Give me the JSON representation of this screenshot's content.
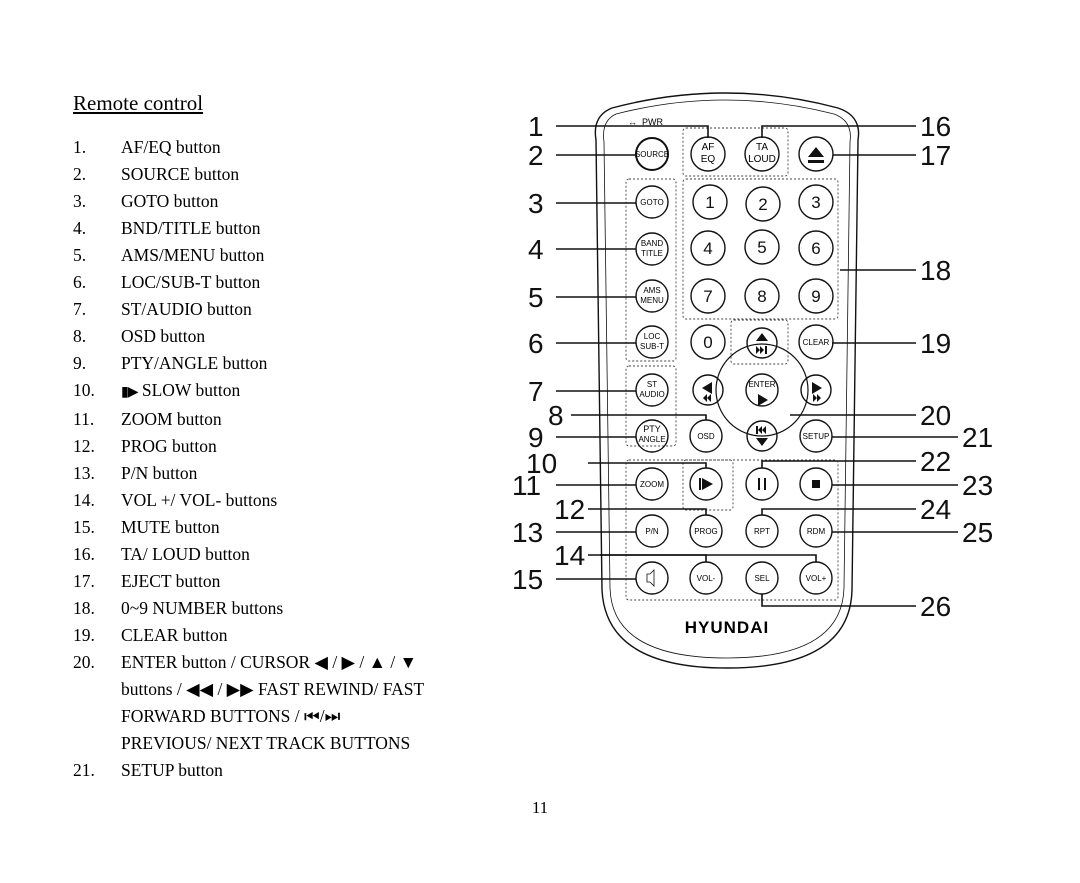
{
  "heading": "Remote control",
  "items": [
    {
      "num": "1.",
      "text": "AF/EQ button"
    },
    {
      "num": "2.",
      "text": "SOURCE button"
    },
    {
      "num": "3.",
      "text": "GOTO button"
    },
    {
      "num": "4.",
      "text": "BND/TITLE button"
    },
    {
      "num": "5.",
      "text": "AMS/MENU button"
    },
    {
      "num": "6.",
      "text": "LOC/SUB-T button"
    },
    {
      "num": "7.",
      "text": "ST/AUDIO button"
    },
    {
      "num": "8.",
      "text": "OSD button"
    },
    {
      "num": "9.",
      "text": "PTY/ANGLE button"
    },
    {
      "num": "10.",
      "glyph": "▮▶",
      "text": " SLOW button"
    },
    {
      "num": "11.",
      "text": "ZOOM button"
    },
    {
      "num": "12.",
      "text": "PROG button"
    },
    {
      "num": "13.",
      "text": "P/N button"
    },
    {
      "num": "14.",
      "text": "VOL +/ VOL- buttons"
    },
    {
      "num": "15.",
      "text": "MUTE button"
    },
    {
      "num": "16.",
      "text": "TA/ LOUD button"
    },
    {
      "num": "17.",
      "text": "EJECT button"
    },
    {
      "num": "18.",
      "text": "0~9 NUMBER buttons"
    },
    {
      "num": "19.",
      "text": "CLEAR button"
    },
    {
      "num": "20.",
      "lines": [
        "ENTER button / CURSOR ◀ / ▶ / ▲ / ▼",
        "buttons / ◀◀ / ▶▶ FAST REWIND/ FAST",
        "FORWARD BUTTONS / ⏮/⏭",
        "PREVIOUS/ NEXT TRACK BUTTONS"
      ]
    },
    {
      "num": "21.",
      "text": "SETUP button"
    }
  ],
  "page_number": "11",
  "remote": {
    "brand": "HYUNDAI",
    "pwr_label": "PWR",
    "callouts": [
      "1",
      "2",
      "3",
      "4",
      "5",
      "6",
      "7",
      "8",
      "9",
      "10",
      "11",
      "12",
      "13",
      "14",
      "15",
      "16",
      "17",
      "18",
      "19",
      "20",
      "21",
      "22",
      "23",
      "24",
      "25",
      "26"
    ],
    "buttons": {
      "source": "SOURCE",
      "af": "AF",
      "eq": "EQ",
      "ta": "TA",
      "loud": "LOUD",
      "goto": "GOTO",
      "band": "BAND",
      "title": "TITLE",
      "ams": "AMS",
      "menu": "MENU",
      "loc": "LOC",
      "subt": "SUB-T",
      "st": "ST",
      "audio": "AUDIO",
      "pty": "PTY",
      "angle": "ANGLE",
      "osd": "OSD",
      "clear": "CLEAR",
      "enter": "ENTER",
      "setup": "SETUP",
      "zoom": "ZOOM",
      "pn": "P/N",
      "prog": "PROG",
      "rpt": "RPT",
      "rdm": "RDM",
      "volminus": "VOL-",
      "sel": "SEL",
      "volplus": "VOL+",
      "digits": [
        "1",
        "2",
        "3",
        "4",
        "5",
        "6",
        "7",
        "8",
        "9",
        "0"
      ]
    }
  }
}
